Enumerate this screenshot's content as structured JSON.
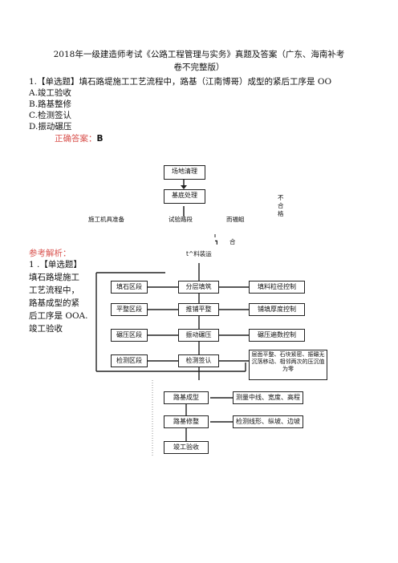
{
  "doc": {
    "title_line1": "2018年一级建造师考试《公路工程管理与实务》真题及答案（广东、海南补考",
    "title_line2": "卷不完整版）",
    "question": {
      "stem": "1.【单选题】填石路堤施工工艺流程中，路基（江南博哥）成型的紧后工序是 OO",
      "options": [
        "A.竣工验收",
        "B.路基整修",
        "C.检测签认",
        "D.振动碾压"
      ],
      "answer_label": "正确答案：",
      "answer_value": "B"
    },
    "top_flow": {
      "box1": "场地清理",
      "box2": "基底处理",
      "side_1": "施工机具准备",
      "side_2": "试验路段",
      "side_3": "而福蛆",
      "right_v1": "不",
      "right_v2": "合",
      "right_v3": "格",
      "he": "合",
      "tick": "┓",
      "bottom_note": "t^料装运"
    },
    "analysis": {
      "label": "参考解析：",
      "lines": [
        "1 .【单选题】",
        "填石路堤施工",
        "工艺流程中，",
        "路基成型的紧",
        "后工序是 OOA.",
        "竣工验收"
      ]
    },
    "diagram": {
      "left": [
        "填石区段",
        "平整区段",
        "碾压区段",
        "检测区段"
      ],
      "center": [
        "分层填筑",
        "推铺平整",
        "振动碾压",
        "检测签认"
      ],
      "right": [
        "填料粒径控制",
        "铺填厚度控制",
        "碾压遍数控制",
        "层面平整、石块紧密、振碾无沉落移动、相邻两次的压沉值为零"
      ],
      "lower": [
        "路基成型",
        "路基修整",
        "竣工验收"
      ],
      "lower_right": [
        "测量中线、宽度、高程",
        "检测线形、纵坡、边坡"
      ]
    }
  }
}
